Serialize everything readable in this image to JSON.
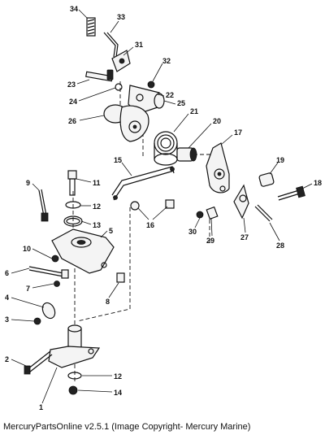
{
  "callouts": [
    {
      "label": "34"
    },
    {
      "label": "33"
    },
    {
      "label": "31"
    },
    {
      "label": "32"
    },
    {
      "label": "23"
    },
    {
      "label": "24"
    },
    {
      "label": "22"
    },
    {
      "label": "25"
    },
    {
      "label": "26"
    },
    {
      "label": "21"
    },
    {
      "label": "20"
    },
    {
      "label": "17"
    },
    {
      "label": "15"
    },
    {
      "label": "19"
    },
    {
      "label": "18"
    },
    {
      "label": "9"
    },
    {
      "label": "11"
    },
    {
      "label": "12"
    },
    {
      "label": "13"
    },
    {
      "label": "16"
    },
    {
      "label": "30"
    },
    {
      "label": "29"
    },
    {
      "label": "27"
    },
    {
      "label": "28"
    },
    {
      "label": "5"
    },
    {
      "label": "10"
    },
    {
      "label": "6"
    },
    {
      "label": "7"
    },
    {
      "label": "8"
    },
    {
      "label": "4"
    },
    {
      "label": "3"
    },
    {
      "label": "2"
    },
    {
      "label": "12"
    },
    {
      "label": "14"
    },
    {
      "label": "1"
    }
  ],
  "caption": "MercuryPartsOnline v2.5.1 (Image Copyright- Mercury Marine)"
}
